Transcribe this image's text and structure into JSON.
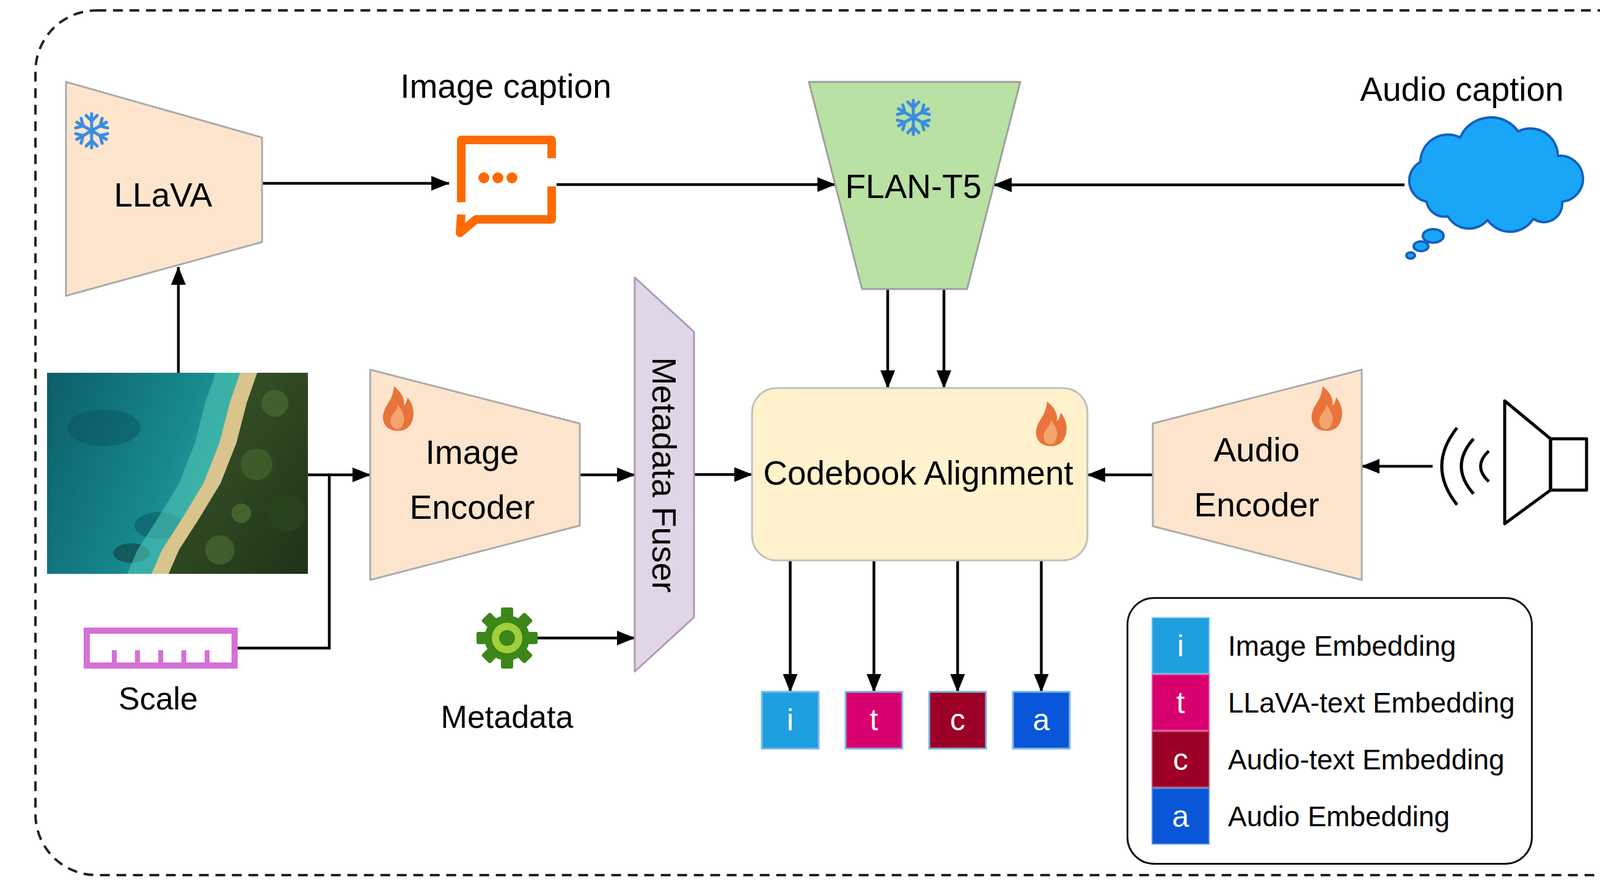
{
  "diagram": {
    "nodes": [
      {
        "text": [
          "LLaVA"
        ]
      },
      {
        "text": [
          "Image caption"
        ]
      },
      {
        "text": [
          "FLAN-T5"
        ]
      },
      {
        "text": [
          "Audio caption"
        ]
      },
      {
        "text": [
          "Image Encoder"
        ]
      },
      {
        "text": [
          "Metadata Fuser"
        ]
      },
      {
        "text": [
          "Codebook Alignment"
        ]
      },
      {
        "text": [
          "Audio Encoder"
        ]
      },
      {
        "text": [
          "Scale"
        ]
      },
      {
        "text": [
          "Metadata"
        ]
      },
      {
        "text": [
          "i"
        ]
      },
      {
        "text": [
          "t"
        ]
      },
      {
        "text": [
          "c"
        ]
      },
      {
        "text": [
          "a"
        ]
      }
    ],
    "edges": [
      {
        "from": 0,
        "to": 1,
        "arrow": "to"
      },
      {
        "from": 1,
        "to": 2,
        "arrow": "to"
      },
      {
        "from": 3,
        "to": 2,
        "arrow": "to"
      },
      {
        "from": 2,
        "to": 6,
        "arrow": "to"
      },
      {
        "from": 2,
        "to": 6,
        "arrow": "to"
      },
      {
        "from": 8,
        "to": 4,
        "arrow": "to"
      },
      {
        "from": 4,
        "to": 5,
        "arrow": "to"
      },
      {
        "from": 9,
        "to": 5,
        "arrow": "to"
      },
      {
        "from": 5,
        "to": 6,
        "arrow": "to"
      },
      {
        "from": 7,
        "to": 6,
        "arrow": "to"
      },
      {
        "from": 6,
        "to": 10,
        "arrow": "to"
      },
      {
        "from": 6,
        "to": 11,
        "arrow": "to"
      },
      {
        "from": 6,
        "to": 12,
        "arrow": "to"
      },
      {
        "from": 6,
        "to": 13,
        "arrow": "to"
      }
    ],
    "labels": [
      "i",
      "t",
      "c",
      "a"
    ],
    "legend": [
      {
        "text": "Image Embedding",
        "color": "#1e9fe0"
      },
      {
        "text": "LLaVA-text Embedding",
        "color": "#d8006f"
      },
      {
        "text": "Audio-text Embedding",
        "color": "#9c0026"
      },
      {
        "text": "Audio Embedding",
        "color": "#0a56d8"
      }
    ]
  }
}
